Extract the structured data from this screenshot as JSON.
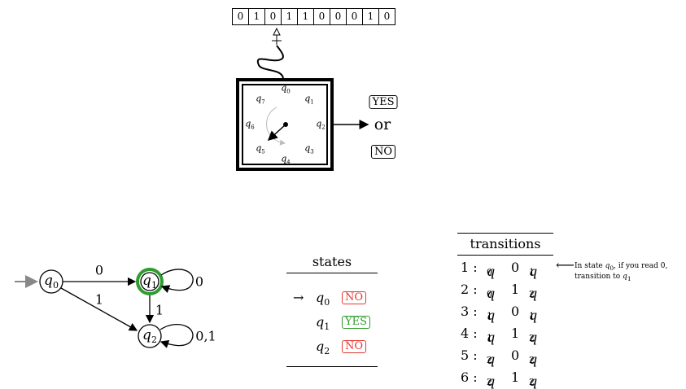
{
  "tape": [
    "0",
    "1",
    "0",
    "1",
    "1",
    "0",
    "0",
    "0",
    "1",
    "0"
  ],
  "machine": {
    "states": [
      "q0",
      "q1",
      "q2",
      "q3",
      "q4",
      "q5",
      "q6",
      "q7"
    ],
    "outputs": {
      "yes": "YES",
      "or": "or",
      "no": "NO"
    }
  },
  "dfa": {
    "nodes": [
      {
        "id": "q",
        "sub": "0"
      },
      {
        "id": "q",
        "sub": "1"
      },
      {
        "id": "q",
        "sub": "2"
      }
    ],
    "edges": {
      "q0_q1": "0",
      "q0_q2": "1",
      "q1_q2": "1",
      "q1_loop": "0",
      "q2_loop": "0,1"
    },
    "colors": {
      "accept": "#2e9c2e",
      "start_arrow": "#888888"
    }
  },
  "states_table": {
    "title": "states",
    "start_marker": "→",
    "rows": [
      {
        "name": "q",
        "sub": "0",
        "output": "NO"
      },
      {
        "name": "q",
        "sub": "1",
        "output": "YES"
      },
      {
        "name": "q",
        "sub": "2",
        "output": "NO"
      }
    ]
  },
  "transitions_table": {
    "title": "transitions",
    "rows": [
      {
        "num": "1 :",
        "from": "q",
        "from_sub": "0",
        "sym": "0",
        "to": "q",
        "to_sub": "1"
      },
      {
        "num": "2 :",
        "from": "q",
        "from_sub": "0",
        "sym": "1",
        "to": "q",
        "to_sub": "2"
      },
      {
        "num": "3 :",
        "from": "q",
        "from_sub": "1",
        "sym": "0",
        "to": "q",
        "to_sub": "1"
      },
      {
        "num": "4 :",
        "from": "q",
        "from_sub": "1",
        "sym": "1",
        "to": "q",
        "to_sub": "2"
      },
      {
        "num": "5 :",
        "from": "q",
        "from_sub": "2",
        "sym": "0",
        "to": "q",
        "to_sub": "2"
      },
      {
        "num": "6 :",
        "from": "q",
        "from_sub": "2",
        "sym": "1",
        "to": "q",
        "to_sub": "2"
      }
    ],
    "note_arrow": "⟵",
    "note_prefix": "In state ",
    "note_state": "q",
    "note_state_sub": "0",
    "note_mid": ", if you read 0, transition to ",
    "note_target": "q",
    "note_target_sub": "1"
  }
}
